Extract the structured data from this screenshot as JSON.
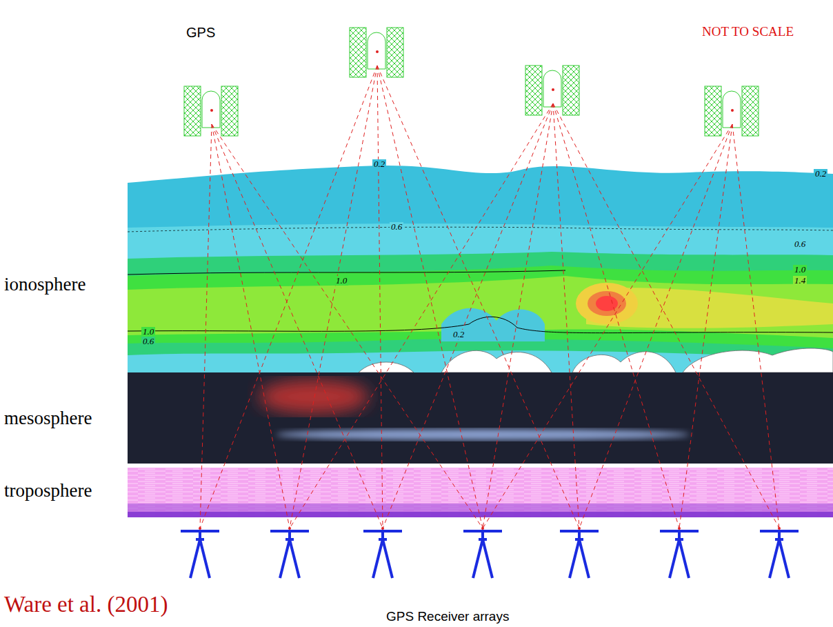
{
  "diagram": {
    "labels": [
      "GPS",
      "NOT TO SCALE",
      "ionosphere",
      "mesosphere",
      "troposphere",
      "Ware et al. (2001)",
      "GPS Receiver arrays",
      "0.2",
      "0.2",
      "0.6",
      "0.6",
      "1.0",
      "1.0",
      "1.4",
      "1.0",
      "0.6",
      "0.2"
    ]
  }
}
